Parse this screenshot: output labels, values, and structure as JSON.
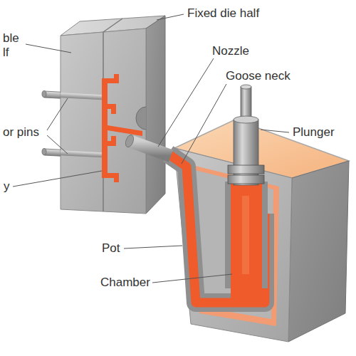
{
  "diagram": {
    "labels": [
      "Fixed die half",
      "ble lf",
      "Nozzle",
      "Goose neck",
      "or pins",
      "Plunger",
      "y",
      "Pot",
      "Chamber"
    ]
  }
}
